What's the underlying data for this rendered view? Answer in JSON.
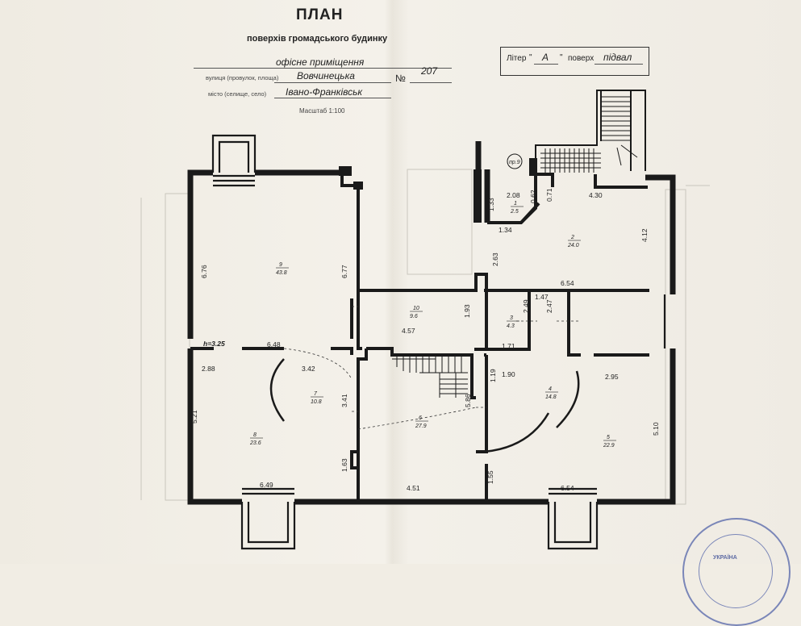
{
  "header": {
    "title": "ПЛАН",
    "subtitle": "поверхів громадського будинку",
    "purpose_value": "офісне приміщення",
    "street_label": "вулиця (провулок, площа)",
    "street_value": "Вовчинецька",
    "number_label": "№",
    "number_value": "207",
    "city_label": "місто (селище, село)",
    "city_value": "Івано-Франківськ",
    "scale": "Масштаб 1:100"
  },
  "litera_box": {
    "litera_label": "Літер",
    "litera_open": "\"",
    "litera_value": "А",
    "litera_close": "\"",
    "floor_label": "поверх",
    "floor_value": "підвал"
  },
  "plan": {
    "height_mark": "h=3.25",
    "rooms": [
      {
        "number": "9",
        "area": "43.8"
      },
      {
        "number": "10",
        "area": "9.6"
      },
      {
        "number": "1",
        "area": "2.5"
      },
      {
        "number": "2",
        "area": "24.0"
      },
      {
        "number": "3",
        "area": "4.3"
      },
      {
        "number": "7",
        "area": "10.8"
      },
      {
        "number": "8",
        "area": "23.6"
      },
      {
        "number": "6",
        "area": "27.9"
      },
      {
        "number": "4",
        "area": "14.8"
      },
      {
        "number": "5",
        "area": "22.9"
      }
    ],
    "dimensions": [
      "6.76",
      "6.77",
      "6.48",
      "1.93",
      "4.57",
      "2.08",
      "0.62",
      "0.71",
      "4.30",
      "1.33",
      "1.34",
      "2.63",
      "4.12",
      "6.54",
      "2.49",
      "1.47",
      "2.47",
      "1.71",
      "2.88",
      "3.42",
      "5.21",
      "3.41",
      "1.19",
      "1.90",
      "2.95",
      "5.86",
      "5.10",
      "1.63",
      "6.49",
      "4.51",
      "1.55",
      "6.54"
    ],
    "door_label": "пр.9"
  },
  "stamp": {
    "text": "УКРАЇНА"
  }
}
